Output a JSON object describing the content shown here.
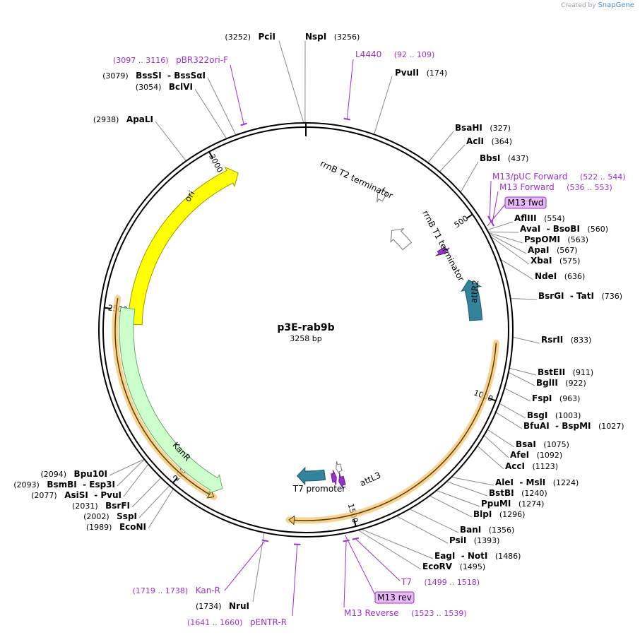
{
  "credit": {
    "prefix": "Created by",
    "brand": "SnapGene"
  },
  "plasmid": {
    "name": "p3E-rab9b",
    "size_label": "3258 bp",
    "length": 3258
  },
  "ticks": [
    500,
    1000,
    1500,
    2000,
    2500,
    3000
  ],
  "features": [
    {
      "name": "ori",
      "start": 2460,
      "end": 3047,
      "dir": "fwd",
      "color": "#ffff00",
      "stroke": "#999900"
    },
    {
      "name": "KanR",
      "start": 1880,
      "end": 2506,
      "dir": "rev",
      "color": "#ccffcc",
      "stroke": "#66aa66"
    },
    {
      "name": "rrnB T2 terminator",
      "start": 251,
      "end": 278,
      "dir": "rev",
      "color": "#ffffff",
      "stroke": "#777777"
    },
    {
      "name": "rrnB T1 terminator",
      "start": 370,
      "end": 456,
      "dir": "rev",
      "color": "#ffffff",
      "stroke": "#777777"
    },
    {
      "name": "attR2",
      "start": 660,
      "end": 785,
      "dir": "rev",
      "color": "#31849b",
      "stroke": "#1f5a6a"
    },
    {
      "name": "attL3",
      "start": 1562,
      "end": 1660,
      "dir": "fwd",
      "color": "#31849b",
      "stroke": "#1f5a6a"
    },
    {
      "name": "T7 promoter",
      "start": 1499,
      "end": 1518,
      "dir": "fwd",
      "color": "#ffffff",
      "stroke": "#777777"
    }
  ],
  "primers_on_map": [
    {
      "name": "M13 fwd",
      "start": 536,
      "end": 553,
      "dir": "fwd"
    },
    {
      "name": "M13 rev",
      "start": 1523,
      "end": 1539,
      "dir": "rev"
    }
  ],
  "orfs": [
    {
      "start": 850,
      "end": 1675,
      "dir": "fwd"
    },
    {
      "start": 1890,
      "end": 2530,
      "dir": "rev"
    }
  ],
  "sites": [
    {
      "name": "PciI",
      "pos": "(3252)"
    },
    {
      "name": "NspI",
      "pos": "(3256)"
    },
    {
      "name": "PvuII",
      "pos": "(174)"
    },
    {
      "name": "BsaHI",
      "pos": "(327)"
    },
    {
      "name": "AclI",
      "pos": "(364)"
    },
    {
      "name": "BbsI",
      "pos": "(437)"
    },
    {
      "name": "AflIII",
      "pos": "(554)"
    },
    {
      "name": "AvaI",
      "name2": "BsoBI",
      "pos": "(560)"
    },
    {
      "name": "PspOMI",
      "pos": "(563)"
    },
    {
      "name": "ApaI",
      "pos": "(567)"
    },
    {
      "name": "XbaI",
      "pos": "(575)"
    },
    {
      "name": "NdeI",
      "pos": "(636)"
    },
    {
      "name": "BsrGI",
      "name2": "TatI",
      "pos": "(736)"
    },
    {
      "name": "RsrII",
      "pos": "(833)"
    },
    {
      "name": "BstEII",
      "pos": "(911)"
    },
    {
      "name": "BglII",
      "pos": "(922)"
    },
    {
      "name": "FspI",
      "pos": "(963)"
    },
    {
      "name": "BsgI",
      "pos": "(1003)"
    },
    {
      "name": "BfuAI",
      "name2": "BspMI",
      "pos": "(1027)"
    },
    {
      "name": "BsaI",
      "pos": "(1075)"
    },
    {
      "name": "AfeI",
      "pos": "(1092)"
    },
    {
      "name": "AccI",
      "pos": "(1123)"
    },
    {
      "name": "AleI",
      "name2": "MslI",
      "pos": "(1224)"
    },
    {
      "name": "BstBI",
      "pos": "(1240)"
    },
    {
      "name": "PpuMI",
      "pos": "(1274)"
    },
    {
      "name": "BlpI",
      "pos": "(1296)"
    },
    {
      "name": "BanI",
      "pos": "(1356)"
    },
    {
      "name": "PsiI",
      "pos": "(1393)"
    },
    {
      "name": "EagI",
      "name2": "NotI",
      "pos": "(1486)"
    },
    {
      "name": "EcoRV",
      "pos": "(1495)"
    },
    {
      "name": "NruI",
      "pos": "(1734)"
    },
    {
      "name": "EcoNI",
      "pos": "(1989)"
    },
    {
      "name": "SspI",
      "pos": "(2002)"
    },
    {
      "name": "BsrFI",
      "pos": "(2031)"
    },
    {
      "name": "AsiSI",
      "name2": "PvuI",
      "pos": "(2077)"
    },
    {
      "name": "BsmBI",
      "name2": "Esp3I",
      "pos": "(2093)"
    },
    {
      "name": "Bpu10I",
      "pos": "(2094)"
    },
    {
      "name": "ApaLI",
      "pos": "(2938)"
    },
    {
      "name": "BclVI",
      "pos": "(3054)"
    },
    {
      "name": "BssSI",
      "name2": "BssSαI",
      "pos": "(3079)"
    }
  ],
  "primers": [
    {
      "name": "L4440",
      "pos": "(92 .. 109)"
    },
    {
      "name": "M13/pUC Forward",
      "pos": "(522 .. 544)"
    },
    {
      "name": "M13 Forward",
      "pos": "(536 .. 553)"
    },
    {
      "name": "pBR322ori-F",
      "pos": "(3097 .. 3116)"
    },
    {
      "name": "T7",
      "pos": "(1499 .. 1518)"
    },
    {
      "name": "M13 Reverse",
      "pos": "(1523 .. 1539)"
    },
    {
      "name": "Kan-R",
      "pos": "(1719 .. 1738)"
    },
    {
      "name": "pENTR-R",
      "pos": "(1641 .. 1660)"
    }
  ],
  "colors": {
    "primer": "#9b30d0",
    "primer_box": "#e7b9f5",
    "orf": "#f6c46a",
    "line": "#888888"
  }
}
